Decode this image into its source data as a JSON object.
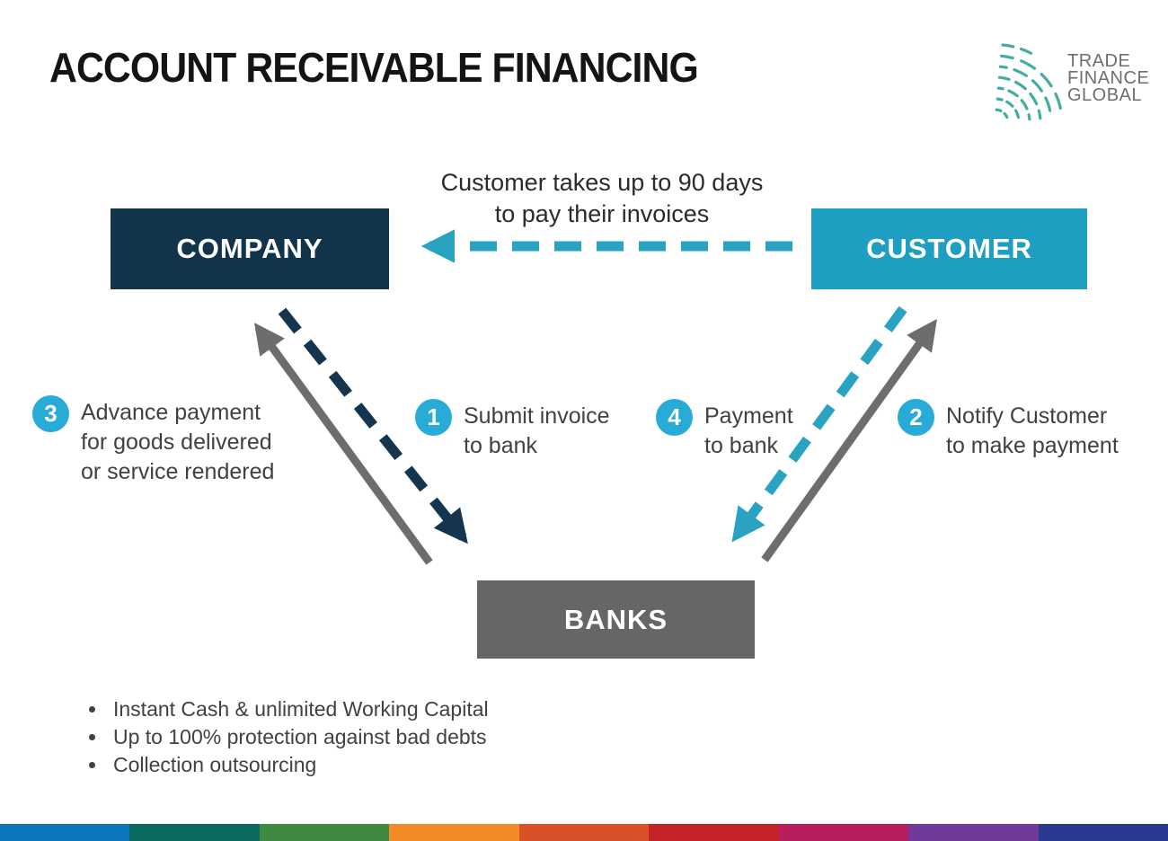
{
  "title": "ACCOUNT RECEIVABLE FINANCING",
  "logo": {
    "icon": "dashed-arc-fan-icon",
    "lines": [
      "TRADE",
      "FINANCE",
      "GLOBAL"
    ]
  },
  "nodes": {
    "company": {
      "label": "COMPANY"
    },
    "customer": {
      "label": "CUSTOMER"
    },
    "banks": {
      "label": "BANKS"
    }
  },
  "top_arrow": {
    "caption_line1": "Customer takes up to 90 days",
    "caption_line2": "to pay their invoices"
  },
  "steps": [
    {
      "number": "3",
      "lines": [
        "Advance payment",
        "for goods delivered",
        "or service rendered"
      ]
    },
    {
      "number": "1",
      "lines": [
        "Submit invoice",
        "to bank",
        ""
      ]
    },
    {
      "number": "4",
      "lines": [
        "Payment",
        "to bank",
        ""
      ]
    },
    {
      "number": "2",
      "lines": [
        "Notify Customer",
        "to make payment",
        ""
      ]
    }
  ],
  "flows": [
    {
      "from": "customer",
      "to": "company",
      "style": "dashed-teal",
      "label": "Customer takes up to 90 days to pay their invoices"
    },
    {
      "from": "company",
      "to": "banks",
      "style": "dashed-navy",
      "step": "1"
    },
    {
      "from": "banks",
      "to": "company",
      "style": "solid-gray",
      "step": "3"
    },
    {
      "from": "customer",
      "to": "banks",
      "style": "dashed-teal",
      "step": "4"
    },
    {
      "from": "banks",
      "to": "customer",
      "style": "solid-gray",
      "step": "2"
    }
  ],
  "benefits": [
    "Instant Cash & unlimited Working Capital",
    "Up to 100% protection against bad debts",
    "Collection outsourcing"
  ],
  "colors": {
    "company_box": "#12344B",
    "customer_box": "#1E9EC0",
    "banks_box": "#666666",
    "step_circle": "#29ABD8",
    "teal_arrow": "#2AA3C2",
    "navy_arrow": "#14354D",
    "gray_arrow": "#6D6D6D",
    "logo_arcs": "#44ACA0",
    "logo_text": "#6D6E71",
    "title_text": "#141414"
  },
  "footer_bar": {
    "colors": [
      "#0C76BC",
      "#0D6A5F",
      "#3D8A40",
      "#F28A28",
      "#D95128",
      "#C42328",
      "#B71E5F",
      "#6F3A9A",
      "#2B3990"
    ]
  }
}
